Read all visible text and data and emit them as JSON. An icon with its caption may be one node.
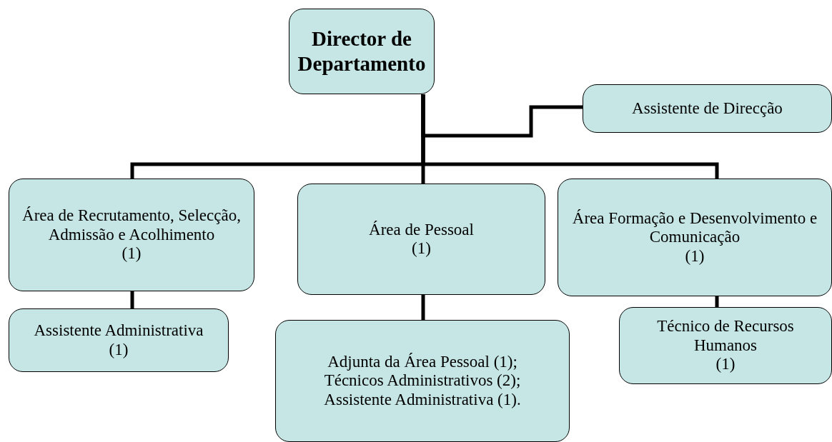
{
  "diagram": {
    "nodes": [
      {
        "text": [
          "Director de Departamento"
        ]
      },
      {
        "text": [
          "Assistente de Direcção"
        ]
      },
      {
        "text": [
          "Área de Recrutamento, Selecção, Admissão e Acolhimento",
          "(1)"
        ]
      },
      {
        "text": [
          "Assistente Administrativa",
          "(1)"
        ]
      },
      {
        "text": [
          "Área de Pessoal",
          "(1)"
        ]
      },
      {
        "text": [
          "Adjunta da Área Pessoal (1);",
          "Técnicos Administrativos (2);",
          "Assistente Administrativa (1)."
        ]
      },
      {
        "text": [
          "Área Formação e Desenvolvimento e Comunicação",
          "(1)"
        ]
      },
      {
        "text": [
          "Técnico de Recursos Humanos",
          "(1)"
        ]
      }
    ],
    "edges": [
      {
        "from": 0,
        "to": 1,
        "arrow": "none"
      },
      {
        "from": 0,
        "to": 2,
        "arrow": "none"
      },
      {
        "from": 0,
        "to": 4,
        "arrow": "none"
      },
      {
        "from": 0,
        "to": 6,
        "arrow": "none"
      },
      {
        "from": 2,
        "to": 3,
        "arrow": "none"
      },
      {
        "from": 4,
        "to": 5,
        "arrow": "none"
      },
      {
        "from": 6,
        "to": 7,
        "arrow": "none"
      }
    ]
  }
}
